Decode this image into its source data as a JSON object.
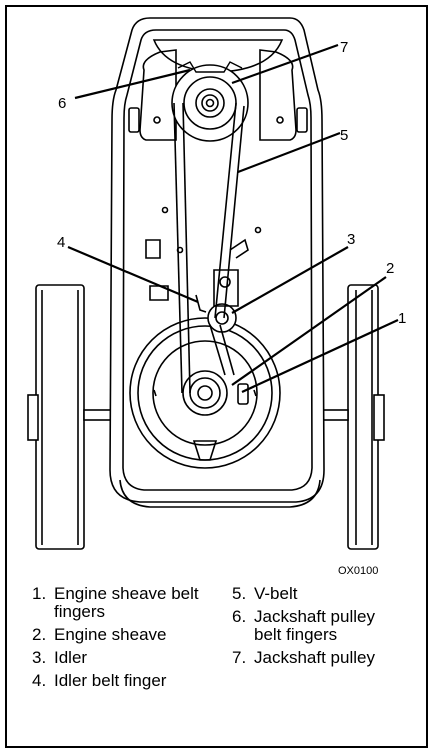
{
  "callouts": [
    "1",
    "2",
    "3",
    "4",
    "5",
    "6",
    "7"
  ],
  "figure_code": "OX0100",
  "legend": [
    {
      "num": "1.",
      "text": "Engine sheave belt fingers"
    },
    {
      "num": "2.",
      "text": "Engine sheave"
    },
    {
      "num": "3.",
      "text": "Idler"
    },
    {
      "num": "4.",
      "text": "Idler belt finger"
    },
    {
      "num": "5.",
      "text": "V-belt"
    },
    {
      "num": "6.",
      "text": "Jackshaft pulley belt fingers"
    },
    {
      "num": "7.",
      "text": "Jackshaft pulley"
    }
  ]
}
